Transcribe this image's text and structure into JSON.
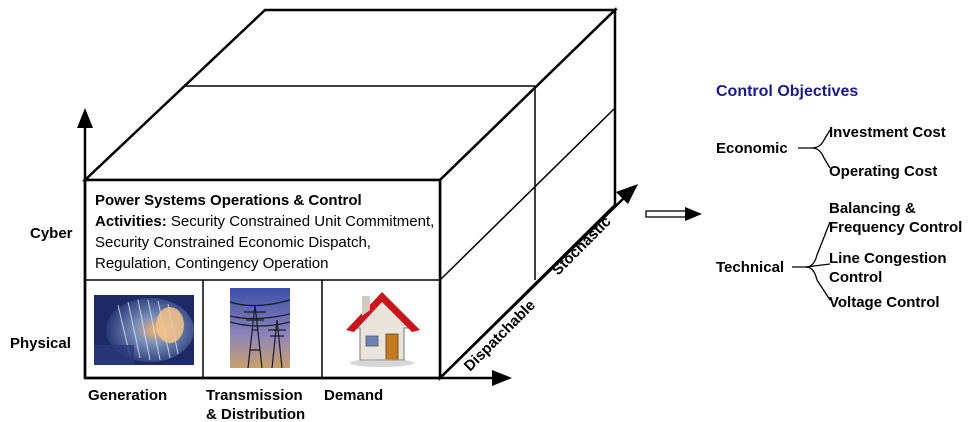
{
  "axes": {
    "cyber": "Cyber",
    "physical": "Physical",
    "dispatchable": "Dispatchable",
    "stochastic": "Stochastic"
  },
  "description": {
    "title": "Power Systems Operations & Control",
    "activities_label": "Activities:",
    "activities_text": "Security Constrained Unit Commitment, Security Constrained Economic Dispatch, Regulation, Contingency Operation"
  },
  "columns": [
    {
      "label": "Generation",
      "image": "turbine-image"
    },
    {
      "label_line1": "Transmission",
      "label_line2": "& Distribution",
      "image": "power-lines-image"
    },
    {
      "label": "Demand",
      "image": "house-icon"
    }
  ],
  "objectives": {
    "title": "Control Objectives",
    "title_color": "#1a1a8c",
    "groups": [
      {
        "name": "Economic",
        "items": [
          "Investment Cost",
          "Operating Cost"
        ]
      },
      {
        "name": "Technical",
        "items": [
          "Balancing & Frequency Control",
          "Line Congestion Control",
          "Voltage Control"
        ]
      }
    ],
    "items_display": {
      "investment": "Investment Cost",
      "operating": "Operating Cost",
      "balancing_1": "Balancing &",
      "balancing_2": "Frequency Control",
      "congestion_1": "Line Congestion",
      "congestion_2": "Control",
      "voltage": "Voltage Control"
    }
  }
}
